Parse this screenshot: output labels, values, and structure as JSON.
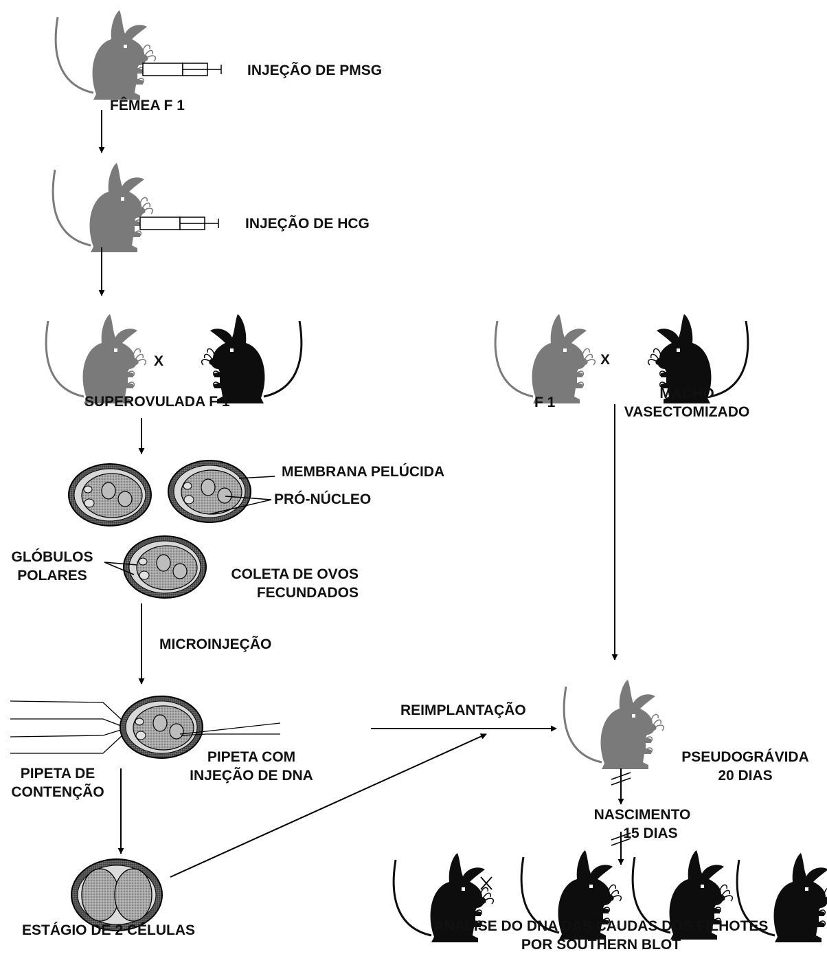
{
  "colors": {
    "female_mouse": "#7a7a7a",
    "male_mouse": "#0d0d0d",
    "egg_outer": "#6a6a6a",
    "egg_inner": "#c4c4c4",
    "egg_cytoplasm": "#9a9a9a",
    "line": "#000000"
  },
  "labels": {
    "pmsg": "INJEÇÃO DE PMSG",
    "femea": "FÊMEA F 1",
    "hcg": "INJEÇÃO DE HCG",
    "cross_x_left": "X",
    "superovulada": "SUPEROVULADA  F 1",
    "cross_x_right": "X",
    "f1_right": "F 1",
    "macho_line1": "MACHO",
    "macho_line2": "VASECTOMIZADO",
    "membrana": "MEMBRANA PELÚCIDA",
    "pronucleo": "PRÓ-NÚCLEO",
    "globulos_line1": "GLÓBULOS",
    "globulos_line2": "POLARES",
    "coleta_line1": "COLETA DE OVOS",
    "coleta_line2": "FECUNDADOS",
    "microinjecao": "MICROINJEÇÃO",
    "reimplantacao": "REIMPLANTAÇÃO",
    "pipeta_contencao_line1": "PIPETA DE",
    "pipeta_contencao_line2": "CONTENÇÃO",
    "pipeta_dna_line1": "PIPETA COM",
    "pipeta_dna_line2": "INJEÇÃO DE DNA",
    "pseudogravida_line1": "PSEUDOGRÁVIDA",
    "pseudogravida_line2": "20 DIAS",
    "nascimento_line1": "NASCIMENTO",
    "nascimento_line2": "15 DIAS",
    "estagio": "ESTÁGIO DE 2 CÉLULAS",
    "analise_line1": "ANÁLISE DO DNA DAS CAUDAS DOS FILHOTES",
    "analise_line2": "POR SOUTHERN BLOT"
  }
}
